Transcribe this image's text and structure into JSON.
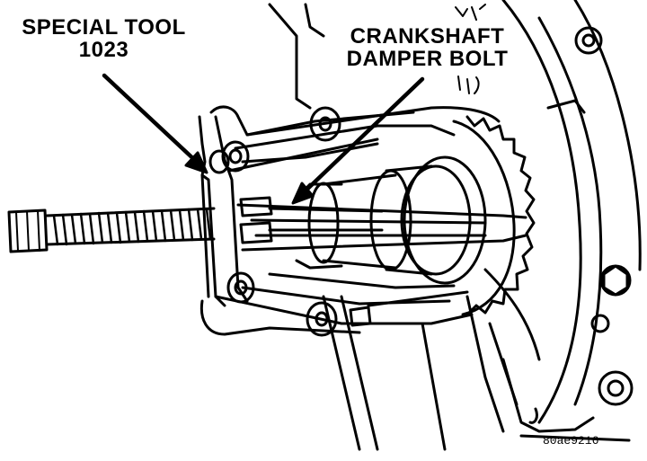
{
  "labels": {
    "special_tool_line1": "SPECIAL TOOL",
    "special_tool_line2": "1023",
    "damper_bolt_line1": "CRANKSHAFT",
    "damper_bolt_line2": "DAMPER BOLT"
  },
  "figure_code": "80ae9216",
  "colors": {
    "ink": "#000000",
    "paper": "#ffffff"
  }
}
